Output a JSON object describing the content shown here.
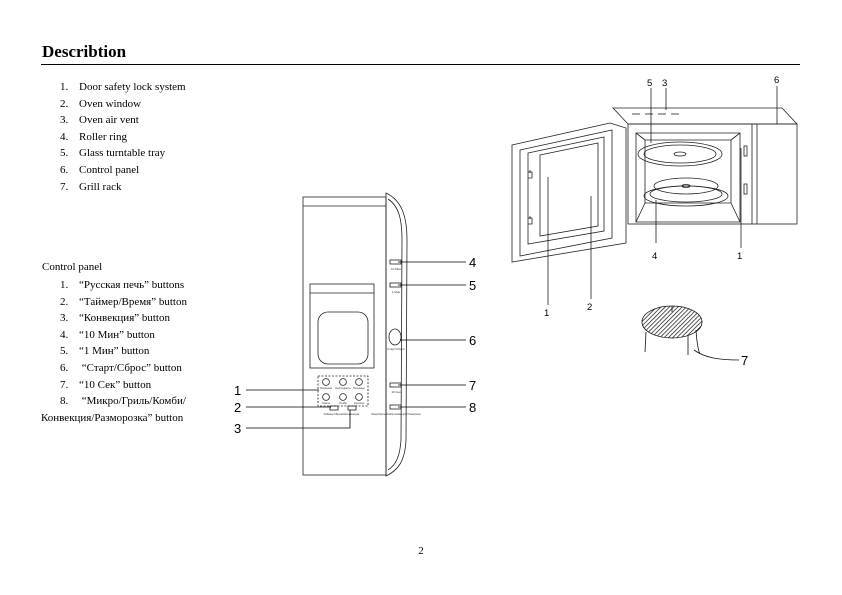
{
  "page": {
    "title": "Describtion",
    "page_number": "2"
  },
  "parts_list": [
    {
      "num": "1.",
      "label": "Door safety lock system"
    },
    {
      "num": "2.",
      "label": "Oven window"
    },
    {
      "num": "3.",
      "label": "Oven air vent"
    },
    {
      "num": "4.",
      "label": "Roller ring"
    },
    {
      "num": "5.",
      "label": "Glass turntable tray"
    },
    {
      "num": "6.",
      "label": "Control panel"
    },
    {
      "num": "7.",
      "label": "Grill rack"
    }
  ],
  "control_panel": {
    "title": "Control panel",
    "items": [
      {
        "num": "1.",
        "label": "“Русская печь” buttons"
      },
      {
        "num": "2.",
        "label": "“Таймер/Время” button"
      },
      {
        "num": "3.",
        "label": "“Конвекция” button"
      },
      {
        "num": "4.",
        "label": "“10 Мин” button"
      },
      {
        "num": "5.",
        "label": "“1 Мин” button"
      },
      {
        "num": "6.",
        "label": " “Старт/Сброс” button"
      },
      {
        "num": "7.",
        "label": "“10 Сек” button"
      },
      {
        "num": "8.",
        "label": " “Микро/Гриль/Комби/"
      }
    ],
    "item8_continuation": "Конвекция/Разморозка” button"
  },
  "panel_figure": {
    "callouts": [
      "1",
      "2",
      "3",
      "4",
      "5",
      "6",
      "7",
      "8"
    ],
    "labels": {
      "ten_min": "10 Мин",
      "one_min": "1 Мин",
      "start_reset": "Старт/Сброс",
      "ten_sec": "10 Сек",
      "mode": "Микро/Гриль/Комби/ Конвекция/ Разморозка",
      "timer": "Таймер/ Время",
      "convection": "Конвекция",
      "russian_oven_top": [
        "Пирожки",
        "Картофель",
        "Печенье"
      ],
      "russian_oven_bottom": [
        "Каша",
        "Рыба",
        "Курица"
      ]
    }
  },
  "oven_figure": {
    "callouts": [
      "5",
      "3",
      "6",
      "4",
      "1",
      "1",
      "2",
      "7"
    ]
  }
}
